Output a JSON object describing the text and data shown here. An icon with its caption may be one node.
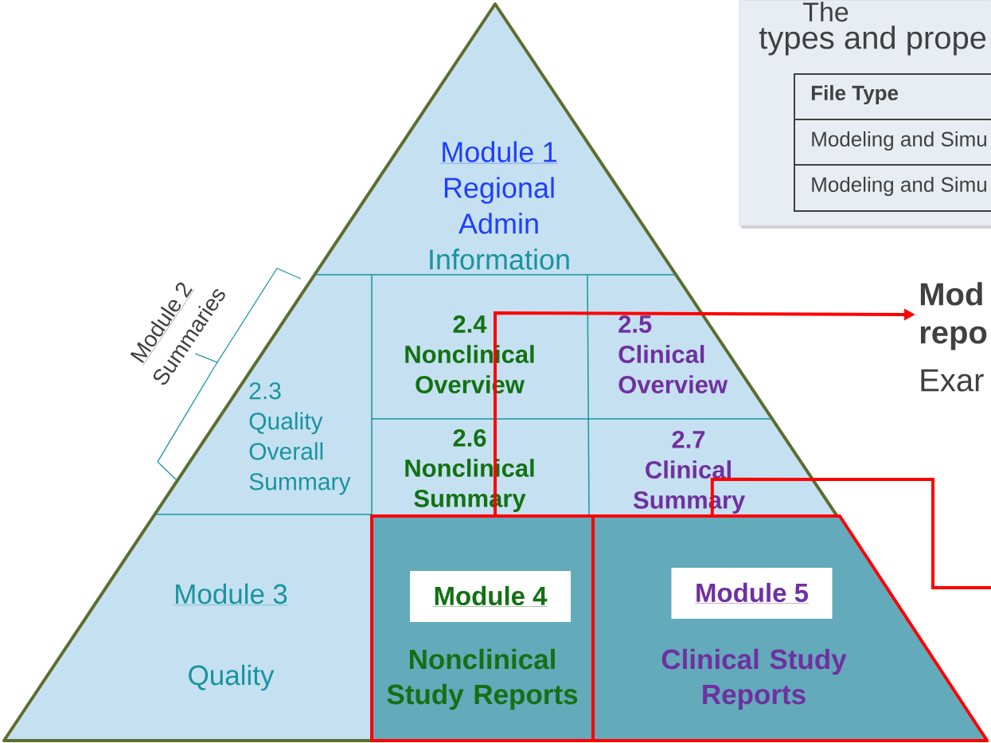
{
  "diagram": {
    "nodes": [
      {
        "text": [
          "Module 1",
          "Regional Admin",
          "Information"
        ]
      },
      {
        "text": [
          "2.3 Quality Overall Summary"
        ]
      },
      {
        "text": [
          "2.4 Nonclinical Overview"
        ]
      },
      {
        "text": [
          "2.5 Clinical Overview"
        ]
      },
      {
        "text": [
          "2.6 Nonclinical Summary"
        ]
      },
      {
        "text": [
          "2.7 Clinical Summary"
        ]
      },
      {
        "text": [
          "Module 3",
          "Quality"
        ]
      },
      {
        "text": [
          "Nonclinical Study Reports"
        ]
      },
      {
        "text": [
          "Module 4"
        ],
        "in": 7
      },
      {
        "text": [
          "Clinical Study Reports"
        ]
      },
      {
        "text": [
          "Module 5"
        ],
        "in": 9
      },
      {
        "text": [
          "The",
          "types and prope"
        ]
      },
      {
        "text": [
          "Mod repo",
          "Exar"
        ]
      }
    ],
    "edges": [
      {
        "from": 7,
        "to": 12,
        "arrow": "to",
        "color": "#ff0000"
      },
      {
        "from": 9,
        "to": null,
        "arrow": "none",
        "color": "#ff0000"
      }
    ],
    "labels": [
      "Module 2",
      "Summaries",
      "File Type",
      "Modeling and Simu",
      "Modeling and Simu"
    ]
  }
}
